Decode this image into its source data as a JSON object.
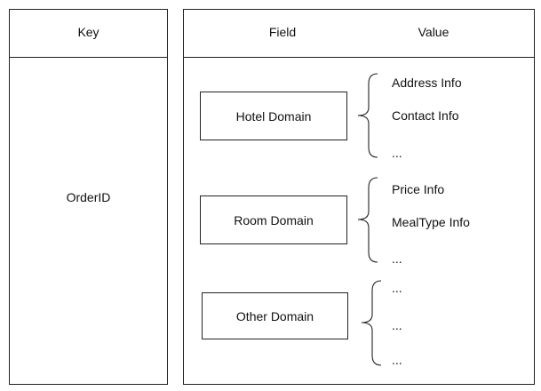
{
  "key_table": {
    "header": "Key",
    "value": "OrderID"
  },
  "field_table": {
    "header_field": "Field",
    "header_value": "Value",
    "domains": [
      {
        "label": "Hotel Domain",
        "values": [
          "Address Info",
          "Contact Info",
          "..."
        ]
      },
      {
        "label": "Room Domain",
        "values": [
          "Price Info",
          "MealType Info",
          "..."
        ]
      },
      {
        "label": "Other Domain",
        "values": [
          "...",
          "...",
          "..."
        ]
      }
    ]
  }
}
